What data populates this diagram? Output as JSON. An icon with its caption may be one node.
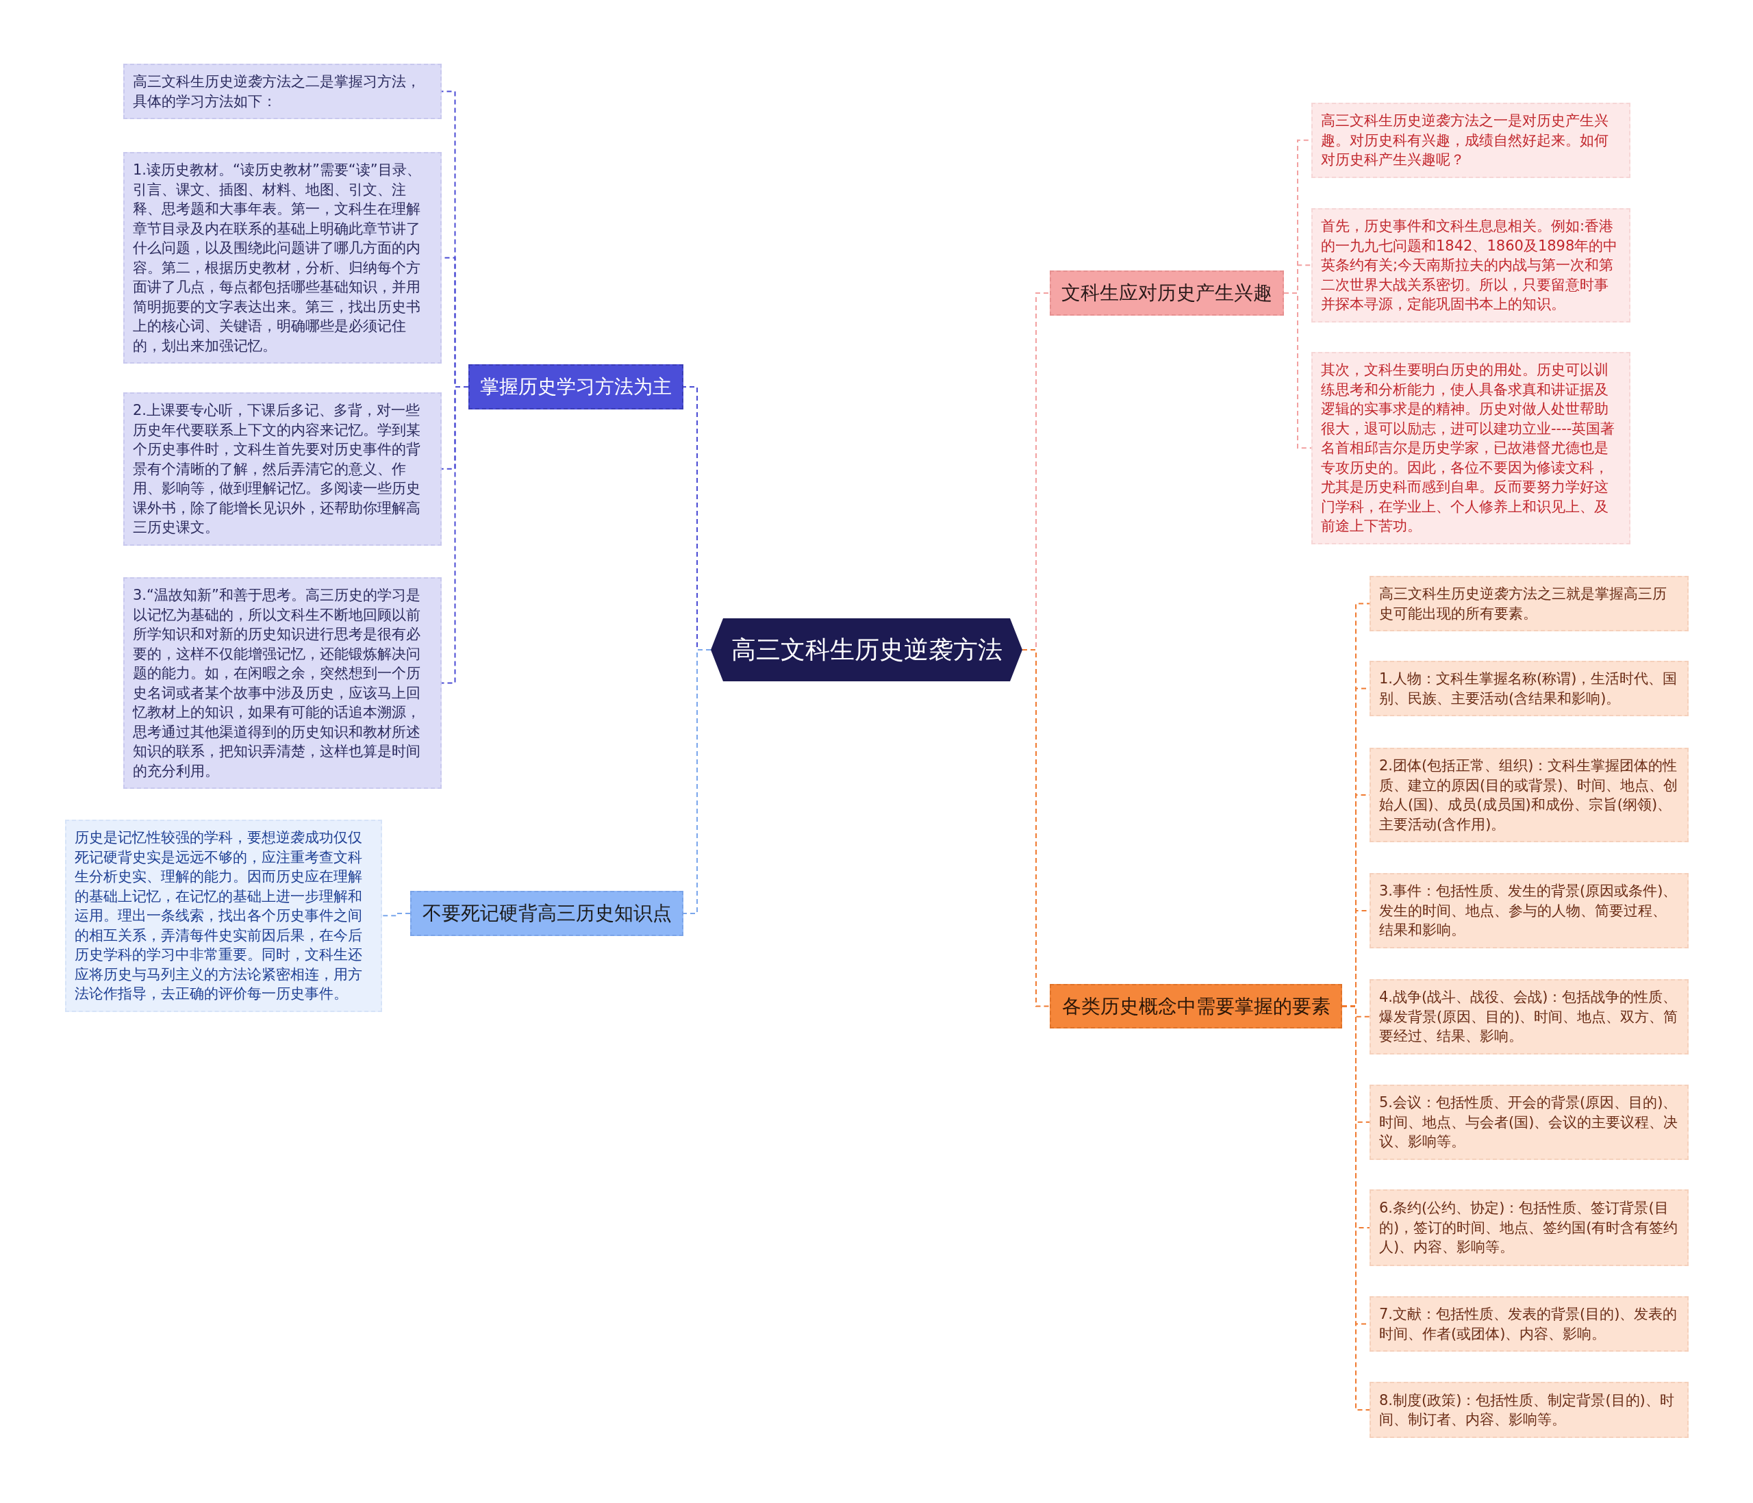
{
  "diagram": {
    "nodes": [
      {
        "text": [
          "高三文科生历史逆袭方法"
        ]
      },
      {
        "text": [
          "掌握历史学习方法为主"
        ]
      },
      {
        "text": [
          "高三文科生历史逆袭方法之二是掌握习方法，具体的学习方法如下："
        ]
      },
      {
        "text": [
          "1.读历史教材。“读历史教材”需要“读”目录、引言、课文、插图、材料、地图、引文、注释、思考题和大事年表。第一，文科生在理解章节目录及内在联系的基础上明确此章节讲了什么问题，以及围绕此问题讲了哪几方面的内容。第二，根据历史教材，分析、归纳每个方面讲了几点，每点都包括哪些基础知识，并用简明扼要的文字表达出来。第三，找出历史书上的核心词、关键语，明确哪些是必须记住的，划出来加强记忆。"
        ]
      },
      {
        "text": [
          "2.上课要专心听，下课后多记、多背，对一些历史年代要联系上下文的内容来记忆。学到某个历史事件时，文科生首先要对历史事件的背景有个清晰的了解，然后弄清它的意义、作用、影响等，做到理解记忆。多阅读一些历史课外书，除了能增长见识外，还帮助你理解高三历史课文。"
        ]
      },
      {
        "text": [
          "3.“温故知新”和善于思考。高三历史的学习是以记忆为基础的，所以文科生不断地回顾以前所学知识和对新的历史知识进行思考是很有必要的，这样不仅能增强记忆，还能锻炼解决问题的能力。如，在闲暇之余，突然想到一个历史名词或者某个故事中涉及历史，应该马上回忆教材上的知识，如果有可能的话追本溯源，思考通过其他渠道得到的历史知识和教材所述知识的联系，把知识弄清楚，这样也算是时间的充分利用。"
        ]
      },
      {
        "text": [
          "不要死记硬背高三历史知识点"
        ]
      },
      {
        "text": [
          "历史是记忆性较强的学科，要想逆袭成功仅仅死记硬背史实是远远不够的，应注重考查文科生分析史实、理解的能力。因而历史应在理解的基础上记忆，在记忆的基础上进一步理解和运用。理出一条线索，找出各个历史事件之间的相互关系，弄清每件史实前因后果，在今后历史学科的学习中非常重要。同时，文科生还应将历史与马列主义的方法论紧密相连，用方法论作指导，去正确的评价每一历史事件。"
        ]
      },
      {
        "text": [
          "文科生应对历史产生兴趣"
        ]
      },
      {
        "text": [
          "高三文科生历史逆袭方法之一是对历史产生兴趣。对历史科有兴趣，成绩自然好起来。如何对历史科产生兴趣呢？"
        ]
      },
      {
        "text": [
          "首先，历史事件和文科生息息相关。例如:香港的一九九七问题和1842、1860及1898年的中英条约有关;今天南斯拉夫的内战与第一次和第二次世界大战关系密切。所以，只要留意时事并探本寻源，定能巩固书本上的知识。"
        ]
      },
      {
        "text": [
          "其次，文科生要明白历史的用处。历史可以训练思考和分析能力，使人具备求真和讲证据及逻辑的实事求是的精神。历史对做人处世帮助很大，退可以励志，进可以建功立业----英国著名首相邱吉尔是历史学家，已故港督尤德也是专攻历史的。因此，各位不要因为修读文科，尤其是历史科而感到自卑。反而要努力学好这门学科，在学业上、个人修养上和识见上、及前途上下苦功。"
        ]
      },
      {
        "text": [
          "各类历史概念中需要掌握的要素"
        ]
      },
      {
        "text": [
          "高三文科生历史逆袭方法之三就是掌握高三历史可能出现的所有要素。"
        ]
      },
      {
        "text": [
          "1.人物：文科生掌握名称(称谓)，生活时代、国别、民族、主要活动(含结果和影响)。"
        ]
      },
      {
        "text": [
          "2.团体(包括正常、组织)：文科生掌握团体的性质、建立的原因(目的或背景)、时间、地点、创始人(国)、成员(成员国)和成份、宗旨(纲领)、主要活动(含作用)。"
        ]
      },
      {
        "text": [
          "3.事件：包括性质、发生的背景(原因或条件)、发生的时间、地点、参与的人物、简要过程、结果和影响。"
        ]
      },
      {
        "text": [
          "4.战争(战斗、战役、会战)：包括战争的性质、爆发背景(原因、目的)、时间、地点、双方、简要经过、结果、影响。"
        ]
      },
      {
        "text": [
          "5.会议：包括性质、开会的背景(原因、目的)、时间、地点、与会者(国)、会议的主要议程、决议、影响等。"
        ]
      },
      {
        "text": [
          "6.条约(公约、协定)：包括性质、签订背景(目的)，签订的时间、地点、签约国(有时含有签约人)、内容、影响等。"
        ]
      },
      {
        "text": [
          "7.文献：包括性质、发表的背景(目的)、发表的时间、作者(或团体)、内容、影响。"
        ]
      },
      {
        "text": [
          "8.制度(政策)：包括性质、制定背景(目的)、时间、制订者、内容、影响等。"
        ]
      }
    ],
    "edges": [
      {
        "from": 0,
        "to": 1,
        "arrow": "none",
        "color": "#4a4bd4"
      },
      {
        "from": 1,
        "to": 2,
        "arrow": "none",
        "color": "#4a4bd4"
      },
      {
        "from": 1,
        "to": 3,
        "arrow": "none",
        "color": "#4a4bd4"
      },
      {
        "from": 1,
        "to": 4,
        "arrow": "none",
        "color": "#4a4bd4"
      },
      {
        "from": 1,
        "to": 5,
        "arrow": "none",
        "color": "#4a4bd4"
      },
      {
        "from": 0,
        "to": 6,
        "arrow": "none",
        "color": "#7aa6ec"
      },
      {
        "from": 6,
        "to": 7,
        "arrow": "none",
        "color": "#7aa6ec"
      },
      {
        "from": 0,
        "to": 8,
        "arrow": "none",
        "color": "#f2a0a0"
      },
      {
        "from": 8,
        "to": 9,
        "arrow": "none",
        "color": "#f2a0a0"
      },
      {
        "from": 8,
        "to": 10,
        "arrow": "none",
        "color": "#f2a0a0"
      },
      {
        "from": 8,
        "to": 11,
        "arrow": "none",
        "color": "#f2a0a0"
      },
      {
        "from": 0,
        "to": 12,
        "arrow": "none",
        "color": "#f07a30"
      },
      {
        "from": 12,
        "to": 13,
        "arrow": "none",
        "color": "#f07a30"
      },
      {
        "from": 12,
        "to": 14,
        "arrow": "none",
        "color": "#f07a30"
      },
      {
        "from": 12,
        "to": 15,
        "arrow": "none",
        "color": "#f07a30"
      },
      {
        "from": 12,
        "to": 16,
        "arrow": "none",
        "color": "#f07a30"
      },
      {
        "from": 12,
        "to": 17,
        "arrow": "none",
        "color": "#f07a30"
      },
      {
        "from": 12,
        "to": 18,
        "arrow": "none",
        "color": "#f07a30"
      },
      {
        "from": 12,
        "to": 19,
        "arrow": "none",
        "color": "#f07a30"
      },
      {
        "from": 12,
        "to": 20,
        "arrow": "none",
        "color": "#f07a30"
      },
      {
        "from": 12,
        "to": 21,
        "arrow": "none",
        "color": "#f07a30"
      }
    ]
  }
}
